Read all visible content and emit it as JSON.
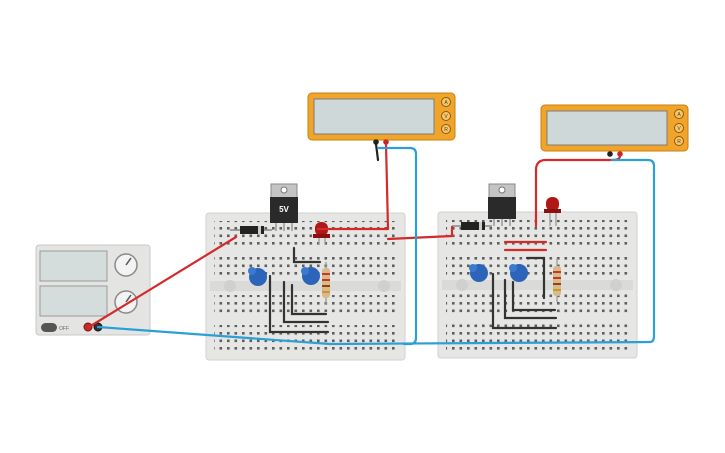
{
  "power_supply": {
    "off_label": "OFF",
    "knob_labels": [
      "",
      "",
      "",
      ""
    ]
  },
  "regulator_left": {
    "label": "5V"
  },
  "regulator_right": {
    "label": ""
  },
  "multimeter_left": {
    "display_value": "",
    "modes": [
      "A",
      "V",
      "R"
    ],
    "selected_mode": "V"
  },
  "multimeter_right": {
    "display_value": "",
    "modes": [
      "A",
      "V",
      "R"
    ],
    "selected_mode": "V"
  },
  "colors": {
    "wire_red": "#d42a2a",
    "wire_blue": "#2b9fd6",
    "multimeter_body": "#f0a52a",
    "multimeter_screen": "#cfd8d8",
    "breadboard": "#e8e8e6",
    "capacitor": "#2b64b8",
    "led": "#b01818"
  }
}
